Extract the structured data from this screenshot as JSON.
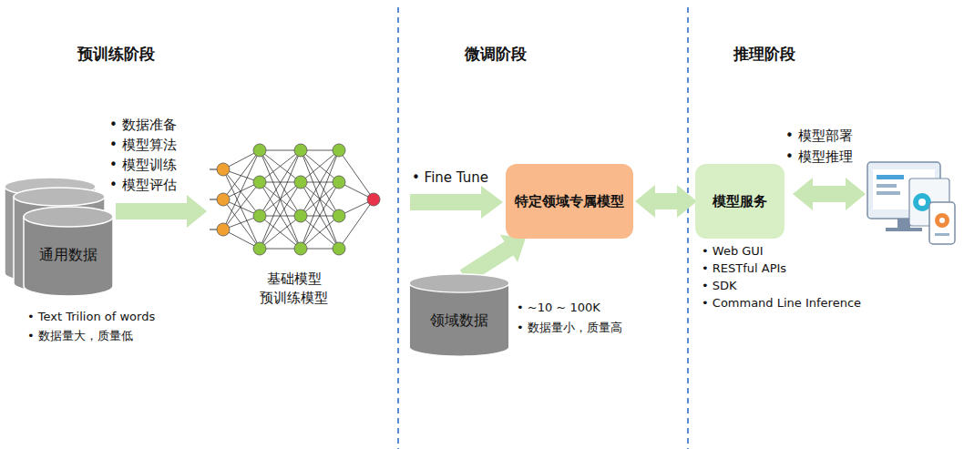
{
  "diagram": {
    "nodes": [
      {
        "text": [
          "通用数据"
        ]
      },
      {
        "text": [
          "基础模型 预训练模型"
        ]
      },
      {
        "text": [
          "特定领域专属模型"
        ]
      },
      {
        "text": [
          "领域数据"
        ]
      },
      {
        "text": [
          "模型服务"
        ]
      }
    ],
    "edges": [
      {
        "from": 0,
        "to": 1,
        "arrow": "to"
      },
      {
        "from": 3,
        "to": 2,
        "arrow": "to"
      },
      {
        "from": 2,
        "to": 4,
        "arrow": "both"
      }
    ],
    "labels": [
      "预训练阶段",
      "微调阶段",
      "推理阶段",
      "• 数据准备",
      "• 模型算法",
      "• 模型训练",
      "• 模型评估",
      "• Text Trilion of words",
      "• 数据量大，质量低",
      "• Fine Tune",
      "• ~10 ~ 100K",
      "• 数据量小，质量高",
      "• 模型部署",
      "• 模型推理",
      "• Web GUI",
      "• RESTful APIs",
      "• SDK",
      "• Command Line Inference"
    ]
  }
}
